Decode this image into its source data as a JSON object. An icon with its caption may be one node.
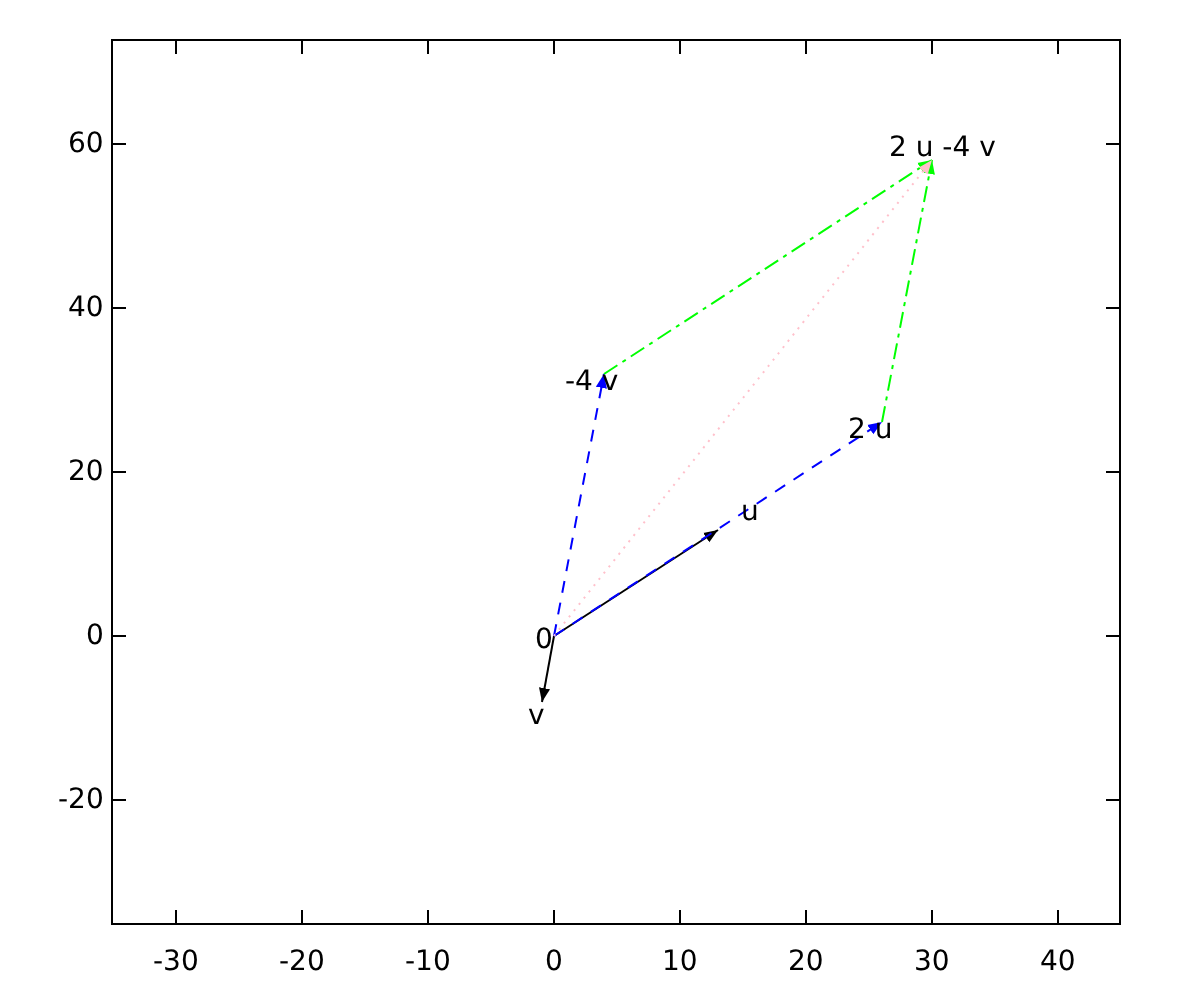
{
  "diagram": {
    "nodes": [
      {
        "text": [
          "0"
        ]
      },
      {
        "text": [
          "u"
        ]
      },
      {
        "text": [
          "v"
        ]
      },
      {
        "text": [
          "2 u"
        ]
      },
      {
        "text": [
          "-4 v"
        ]
      },
      {
        "text": [
          "2 u -4 v"
        ]
      }
    ],
    "edges": [
      {
        "from": 0,
        "to": 1,
        "arrow": "to"
      },
      {
        "from": 0,
        "to": 2,
        "arrow": "to"
      },
      {
        "from": 0,
        "to": 3,
        "arrow": "to",
        "style": "dashed",
        "color": "#0000ff"
      },
      {
        "from": 0,
        "to": 4,
        "arrow": "to",
        "style": "dashed",
        "color": "#0000ff"
      },
      {
        "from": 4,
        "to": 5,
        "arrow": "to",
        "style": "dashed",
        "color": "#00ff00"
      },
      {
        "from": 3,
        "to": 5,
        "arrow": "to",
        "style": "dashed",
        "color": "#00ff00"
      },
      {
        "from": 0,
        "to": 5,
        "arrow": "to",
        "style": "dashed",
        "color": "#ffc0cb"
      }
    ],
    "labels": [
      "60",
      "40",
      "20",
      "0",
      "-20",
      "-30",
      "-20",
      "-10",
      "0",
      "10",
      "20",
      "30",
      "40"
    ]
  }
}
